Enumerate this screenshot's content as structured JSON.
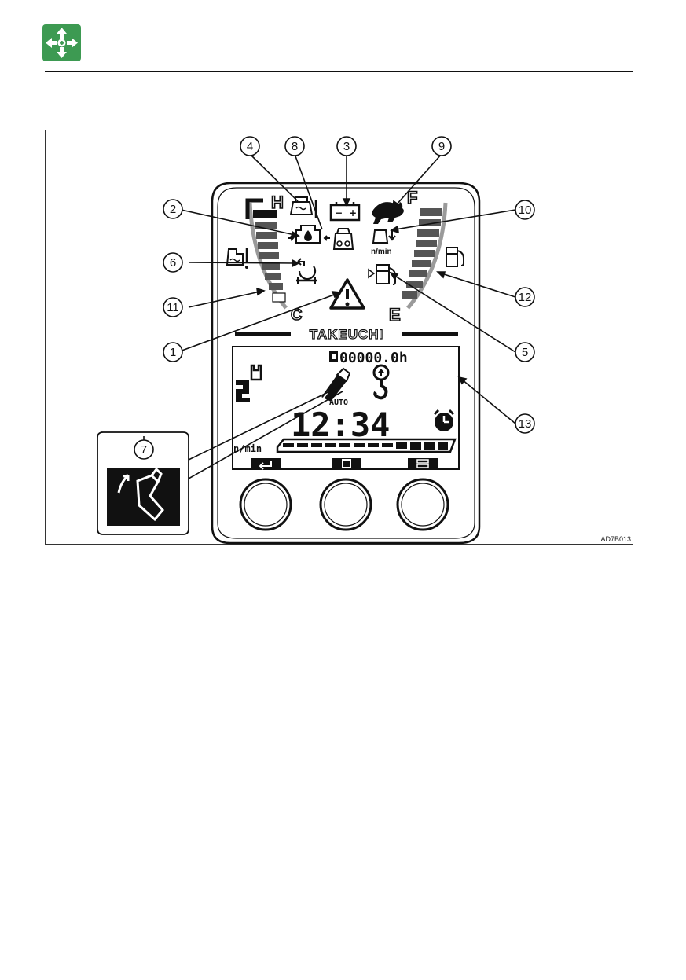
{
  "header": {
    "icon": "navigation-arrows-icon",
    "icon_color": "#3d9a52"
  },
  "figure": {
    "code": "AD7B013",
    "brand": "TAKEUCHI",
    "callouts": [
      "1",
      "2",
      "3",
      "4",
      "5",
      "6",
      "7",
      "8",
      "9",
      "10",
      "11",
      "12",
      "13"
    ],
    "gauges": {
      "temp_high": "H",
      "temp_low": "C",
      "fuel_full": "F",
      "fuel_empty": "E"
    },
    "warning_icons": {
      "battery_minus": "−",
      "battery_plus": "+",
      "rpm_unit": "n/min"
    },
    "lcd": {
      "hour_meter": "00000.0h",
      "auto_label": "AUTO",
      "clock": "12:34",
      "rpm_label": "n/min"
    },
    "colors": {
      "lcd_dark": "#111111",
      "gauge_bar": "#555555",
      "gauge_arc": "#9a9a9a",
      "panel_border": "#111111"
    }
  }
}
